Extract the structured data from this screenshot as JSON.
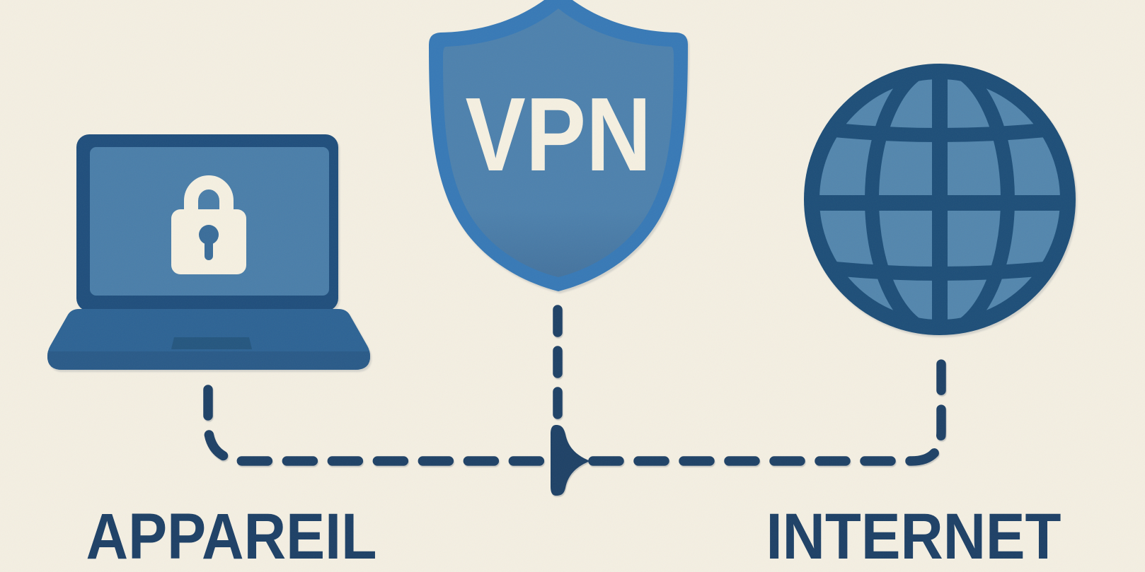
{
  "title": "VPN connection diagram",
  "nodes": {
    "device": {
      "label": "APPAREIL",
      "icon": "laptop-lock-icon"
    },
    "vpn": {
      "label": "VPN",
      "icon": "shield-icon"
    },
    "internet": {
      "label": "INTERNET",
      "icon": "globe-icon"
    }
  },
  "connection": {
    "style": "dashed",
    "direction": "device-to-internet",
    "arrow": "right"
  },
  "palette": {
    "background": "#f4efe2",
    "navy_line": "#1e4166",
    "label_navy": "#1d4066",
    "laptop_frame": "#1f4e7c",
    "laptop_screen": "#4a7ea9",
    "laptop_base": "#2d6394",
    "laptop_base_front": "#295a88",
    "trackpad": "#24567f",
    "keyhole": "#3a6d9a",
    "shield_border": "#3779b6",
    "shield_fill": "#4d81ad",
    "shield_fill_deep": "#44739e",
    "globe_stroke": "#1d4e78",
    "globe_fill": "#5386ad",
    "icon_cream": "#f5f0e1"
  }
}
